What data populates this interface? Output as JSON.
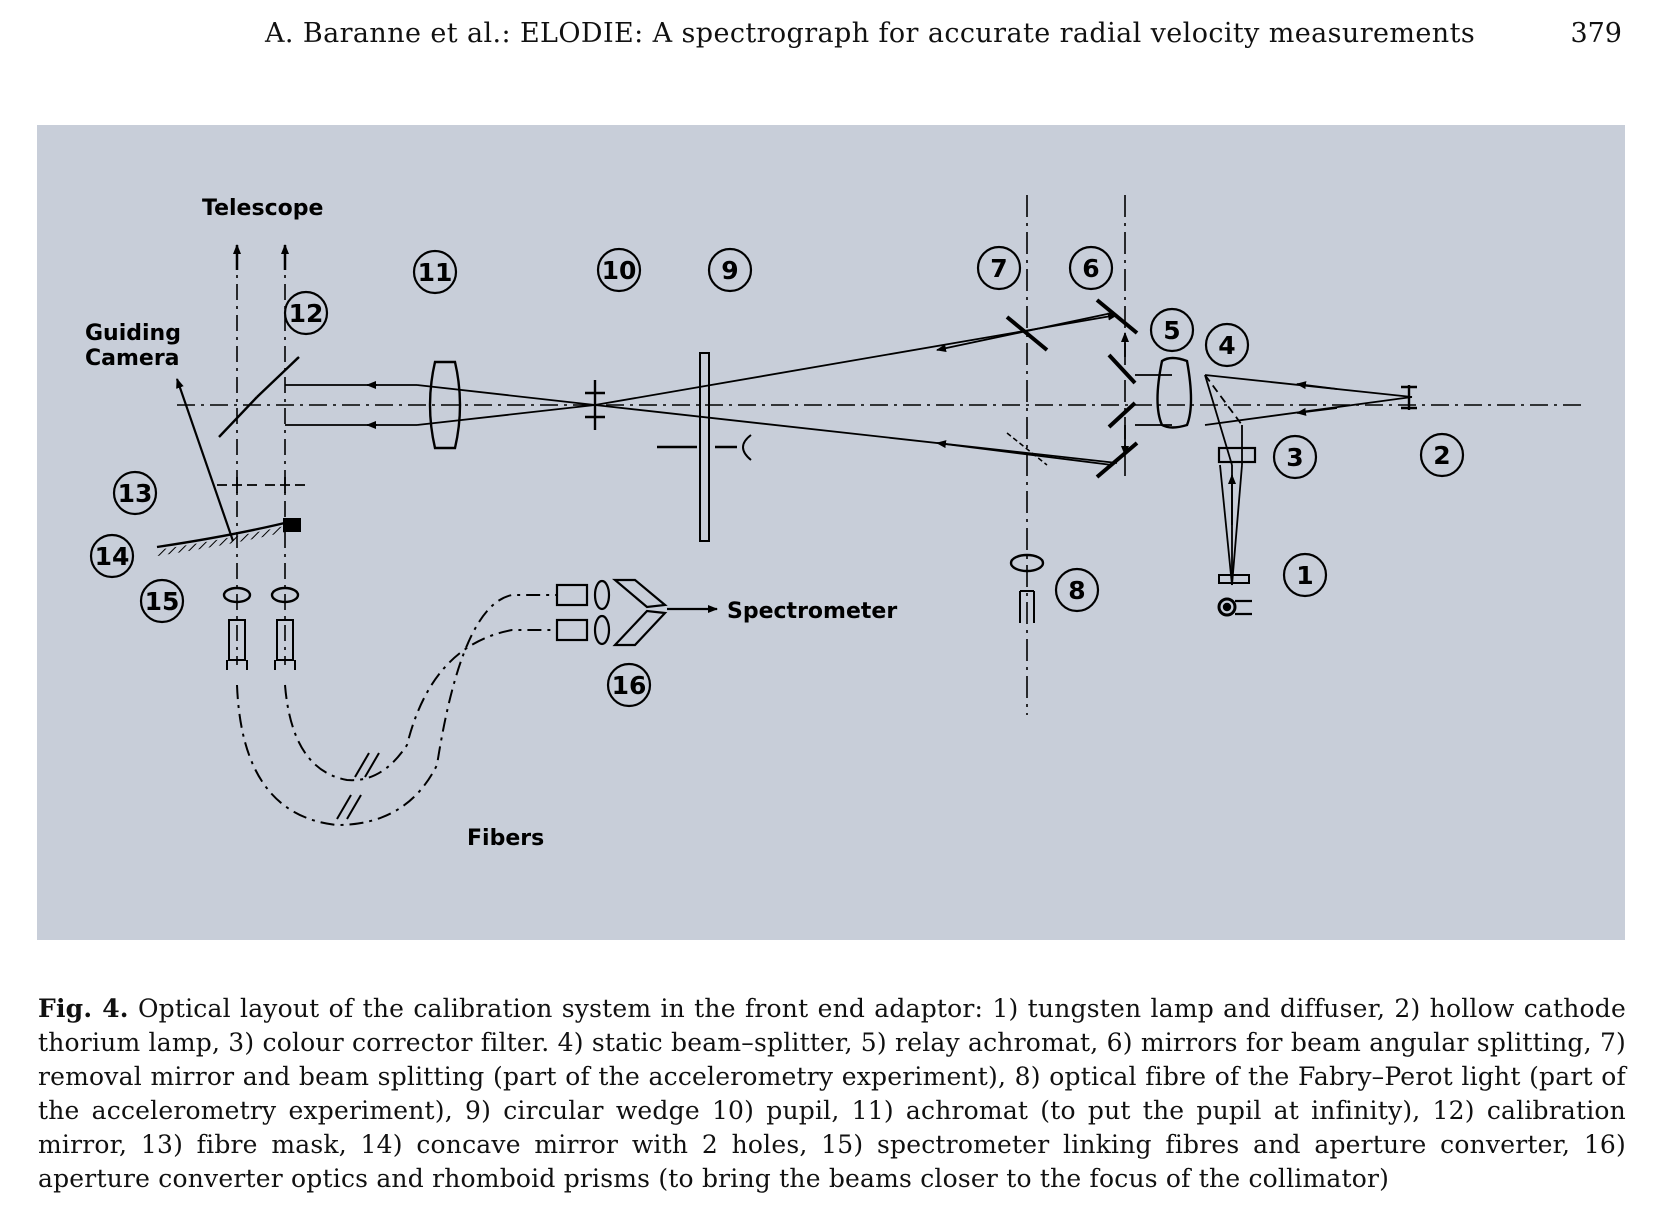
{
  "header": {
    "running_head": "A. Baranne et al.: ELODIE: A spectrograph for accurate radial velocity measurements",
    "page_number": "379"
  },
  "figure": {
    "labels": {
      "telescope": "Telescope",
      "guiding_line1": "Guiding",
      "guiding_line2": "Camera",
      "spectrometer": "Spectrometer",
      "fibers": "Fibers"
    },
    "callouts": [
      "1",
      "2",
      "3",
      "4",
      "5",
      "6",
      "7",
      "8",
      "9",
      "10",
      "11",
      "12",
      "13",
      "14",
      "15",
      "16"
    ],
    "colors": {
      "panel_background": "#c8ced9",
      "ink": "#000000"
    }
  },
  "caption": {
    "label": "Fig. 4.",
    "text": " Optical layout of the calibration system in the front end adaptor: 1) tungsten lamp and diffuser, 2) hollow cathode thorium lamp, 3) colour corrector filter. 4) static beam–splitter, 5) relay achromat, 6) mirrors for beam angular splitting, 7) removal mirror and beam splitting (part of the accelerometry experiment), 8) optical fibre of the Fabry–Perot light (part of the accelerometry experiment), 9) circular wedge 10) pupil, 11) achromat (to put the pupil at infinity), 12) calibration mirror, 13) fibre mask, 14) concave mirror with 2 holes, 15) spectrometer linking fibres and aperture converter, 16) aperture converter optics and rhomboid prisms (to bring the beams closer to the focus of the collimator)"
  }
}
